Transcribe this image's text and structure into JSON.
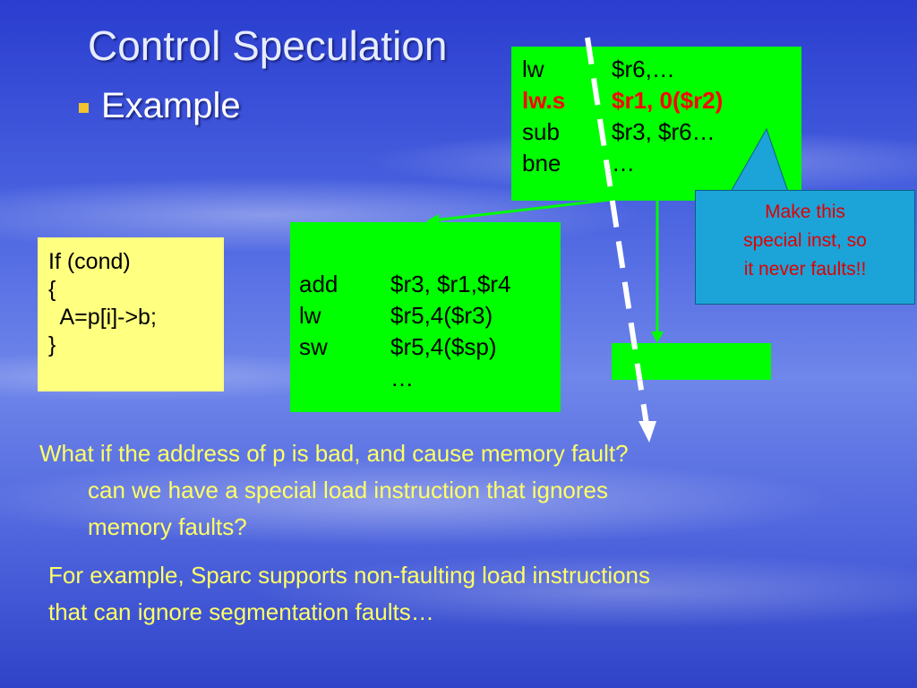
{
  "slide": {
    "title": "Control Speculation",
    "bullet": "Example"
  },
  "top_code": [
    {
      "op": "lw",
      "args": "$r6,…"
    },
    {
      "op": "lw.s",
      "args": "$r1, 0($r2)"
    },
    {
      "op": "sub",
      "args": "$r3, $r6…"
    },
    {
      "op": "bne",
      "args": "…"
    }
  ],
  "mid_code": [
    {
      "op": "add",
      "args": "$r3, $r1,$r4"
    },
    {
      "op": "lw",
      "args": "$r5,4($r3)"
    },
    {
      "op": "sw",
      "args": "$r5,4($sp)"
    },
    {
      "op": "",
      "args": "…"
    }
  ],
  "cond_code": [
    "If (cond)",
    "{",
    "  A=p[i]->b;",
    "}"
  ],
  "callout": [
    "Make this",
    "special inst, so",
    "it never faults!!"
  ],
  "para1": {
    "line1": "What if the address of p is bad, and cause memory fault?",
    "line2": "can we have a special load instruction that ignores",
    "line3": "memory faults?"
  },
  "para2": {
    "line1": "For example, Sparc supports non-faulting load instructions",
    "line2": "that can ignore segmentation faults…"
  },
  "colors": {
    "code_bg": "#00ff00",
    "highlight": "#ff0000",
    "cond_bg": "#ffff80",
    "callout_bg": "#1ca4d8",
    "text_yellow": "#ffff66"
  }
}
